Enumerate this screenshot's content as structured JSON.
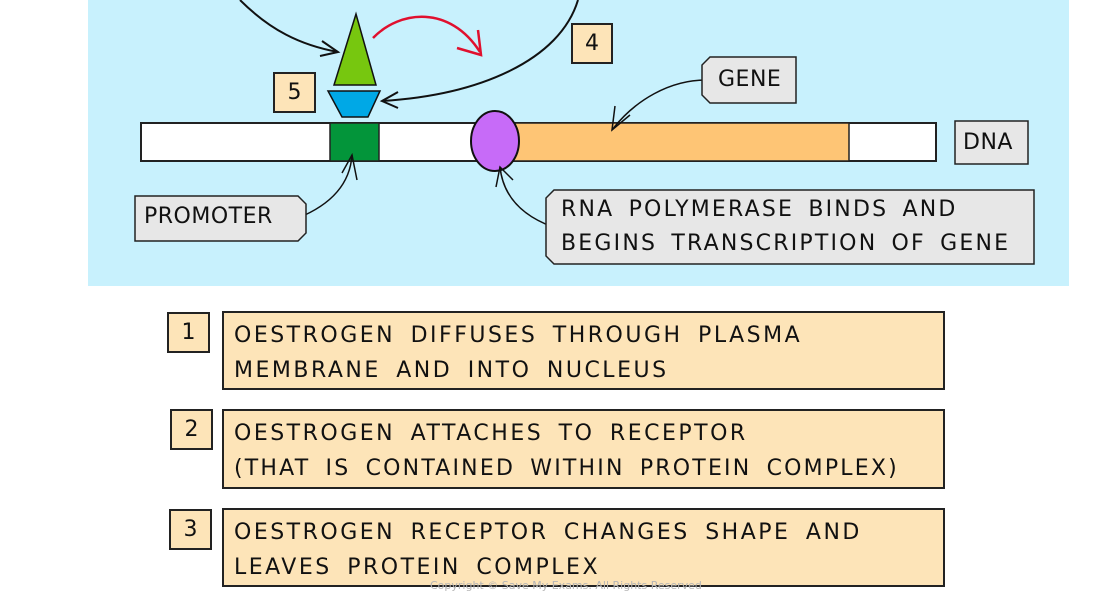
{
  "diagram": {
    "title": "Oestrogen and gene transcription",
    "labels": {
      "promoter": "PROMOTER",
      "gene": "GENE",
      "dna": "DNA",
      "rna_polymerase_line1": "RNA POLYMERASE BINDS AND",
      "rna_polymerase_line2": "BEGINS TRANSCRIPTION OF GENE"
    },
    "markers": {
      "step4": "4",
      "step5": "5"
    },
    "colors": {
      "background": "#c8f1fd",
      "oestrogen": "#77c70f",
      "receptor": "#00a8e6",
      "promoter": "#03953a",
      "gene": "#fec575",
      "rna_polymerase": "#c76bf8",
      "label_box": "#e7e7e7",
      "step_box": "#fde4b8",
      "arrow_red": "#e0102e"
    }
  },
  "steps": [
    {
      "number": "1",
      "line1": "OESTROGEN DIFFUSES THROUGH PLASMA",
      "line2": "MEMBRANE AND INTO NUCLEUS"
    },
    {
      "number": "2",
      "line1": "OESTROGEN ATTACHES TO RECEPTOR",
      "line2": "(THAT IS CONTAINED WITHIN PROTEIN COMPLEX)"
    },
    {
      "number": "3",
      "line1": "OESTROGEN RECEPTOR CHANGES SHAPE AND",
      "line2": "LEAVES PROTEIN COMPLEX"
    }
  ],
  "copyright": "Copyright © Save My Exams. All Rights Reserved"
}
